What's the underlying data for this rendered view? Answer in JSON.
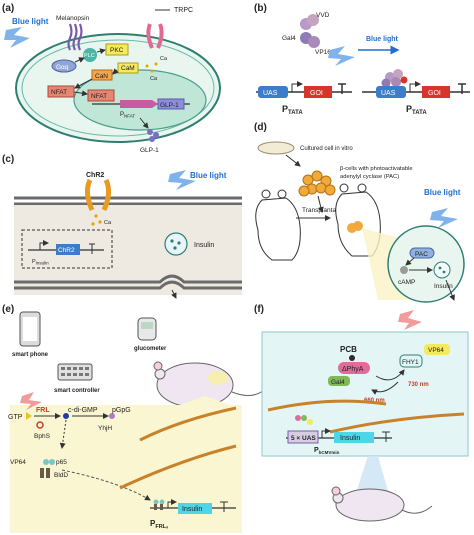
{
  "panels": {
    "a": {
      "label": "(a)",
      "blue_light": "Blue light",
      "melanopsin": "Melanopsin",
      "trpc": "TRPC",
      "gaq": "Gαq",
      "plc": "PLC",
      "pkc": "PKC",
      "can": "CaN",
      "cam": "CaM",
      "ca_top": "Ca",
      "ca_mid": "Ca",
      "nfat_cyto": "NFAT",
      "nfat_nuc": "NFAT",
      "pnfat": "P",
      "pnfat_sub": "NFAT",
      "glp1_gene": "GLP-1",
      "glp1_out": "GLP-1"
    },
    "b": {
      "label": "(b)",
      "vvd": "VVD",
      "gal4": "Gal4",
      "vp16": "VP16",
      "blue_light": "Blue light",
      "uas_left": "UAS",
      "goi_left": "GOI",
      "ptata_left": "P",
      "ptata_left_sub": "TATA",
      "uas_right": "UAS",
      "goi_right": "GOI",
      "ptata_right": "P",
      "ptata_right_sub": "TATA"
    },
    "c": {
      "label": "(c)",
      "chr2": "ChR2",
      "blue_light": "Blue light",
      "ca": "Ca",
      "chr2_gene": "ChR2",
      "pinsulin": "P",
      "pinsulin_sub": "Insulin",
      "insulin": "Insulin"
    },
    "d": {
      "label": "(d)",
      "cultured": "Cultured cell in vitro",
      "beta_cells_1": "β-cells with photoactivatable",
      "beta_cells_2": "adenylyl cyclase (PAC)",
      "transplantation": "Transplantation",
      "blue_light": "Blue light",
      "pac": "PAC",
      "camp": "cAMP",
      "insulin": "Insulin"
    },
    "e": {
      "label": "(e)",
      "smart_phone": "smart phone",
      "glucometer": "glucometer",
      "smart_controller": "smart controller",
      "gtp": "GTP",
      "frl": "FRL",
      "bphs": "BphS",
      "cdigmp": "c-di-GMP",
      "pgpg": "pGpG",
      "yhjh": "YhjH",
      "vp64": "VP64",
      "p65": "p65",
      "bldd": "BldD",
      "pfrl": "P",
      "pfrl_sub": "FRLₛ",
      "insulin": "Insulin"
    },
    "f": {
      "label": "(f)",
      "pcb": "PCB",
      "dphya": "ΔPhyA",
      "gal4": "Gal4",
      "vp64": "VP64",
      "fhy1": "FHY1",
      "nm660": "660 nm",
      "nm730": "730 nm",
      "uas": "5 × UAS",
      "insulin": "Insulin",
      "pmin": "P",
      "pmin_sub": "hCMVmin"
    }
  },
  "colors": {
    "blue_light": "#1f6fd1",
    "cell_fill": "#e9f6ef",
    "nucleus_fill": "#bfe6d6",
    "teal": "#48b5a5",
    "purple": "#7a5aa8",
    "insulin_cyan": "#4fd5e8",
    "red_laser": "#e0362b",
    "yellow_box": "#fbf6d2",
    "f_bg": "#e4f5f6",
    "goi_red": "#d9342b",
    "uas_blue": "#3d7cc9"
  }
}
